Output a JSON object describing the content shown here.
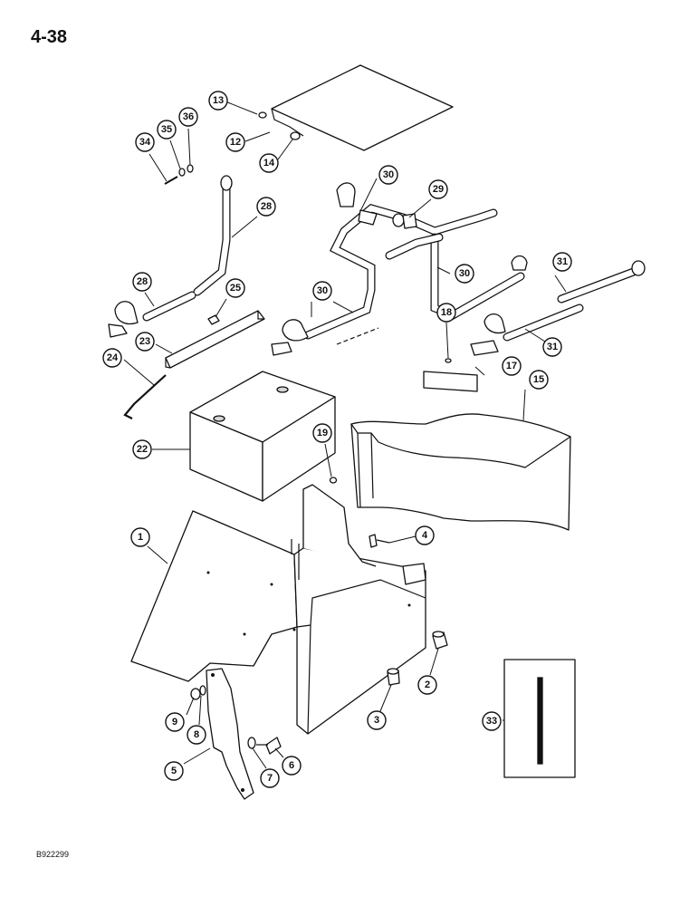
{
  "page": {
    "number": "4-38",
    "footer_code": "B922299"
  },
  "callouts": {
    "c1": "1",
    "c2": "2",
    "c3": "3",
    "c4": "4",
    "c5": "5",
    "c6": "6",
    "c7": "7",
    "c8": "8",
    "c9": "9",
    "c12": "12",
    "c13": "13",
    "c14": "14",
    "c15": "15",
    "c17": "17",
    "c18": "18",
    "c19": "19",
    "c22": "22",
    "c23": "23",
    "c24": "24",
    "c25": "25",
    "c28a": "28",
    "c28b": "28",
    "c29": "29",
    "c30a": "30",
    "c30b": "30",
    "c30c": "30",
    "c31a": "31",
    "c31b": "31",
    "c33": "33",
    "c34": "34",
    "c35": "35",
    "c36": "36"
  }
}
